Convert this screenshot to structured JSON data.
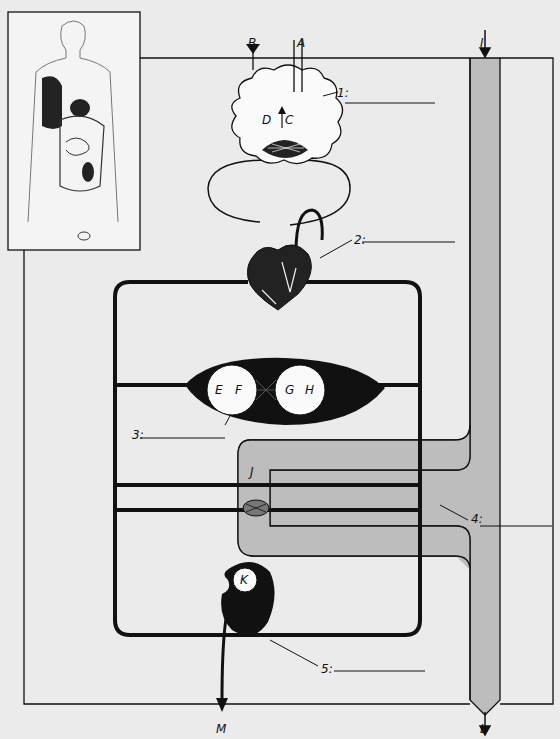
{
  "diagram": {
    "labels": [
      "B",
      "A",
      "I",
      "1:",
      "D",
      "C",
      "2:",
      "E",
      "F",
      "G",
      "H",
      "3:",
      "J",
      "4:",
      "K",
      "5:",
      "M",
      "L"
    ]
  }
}
